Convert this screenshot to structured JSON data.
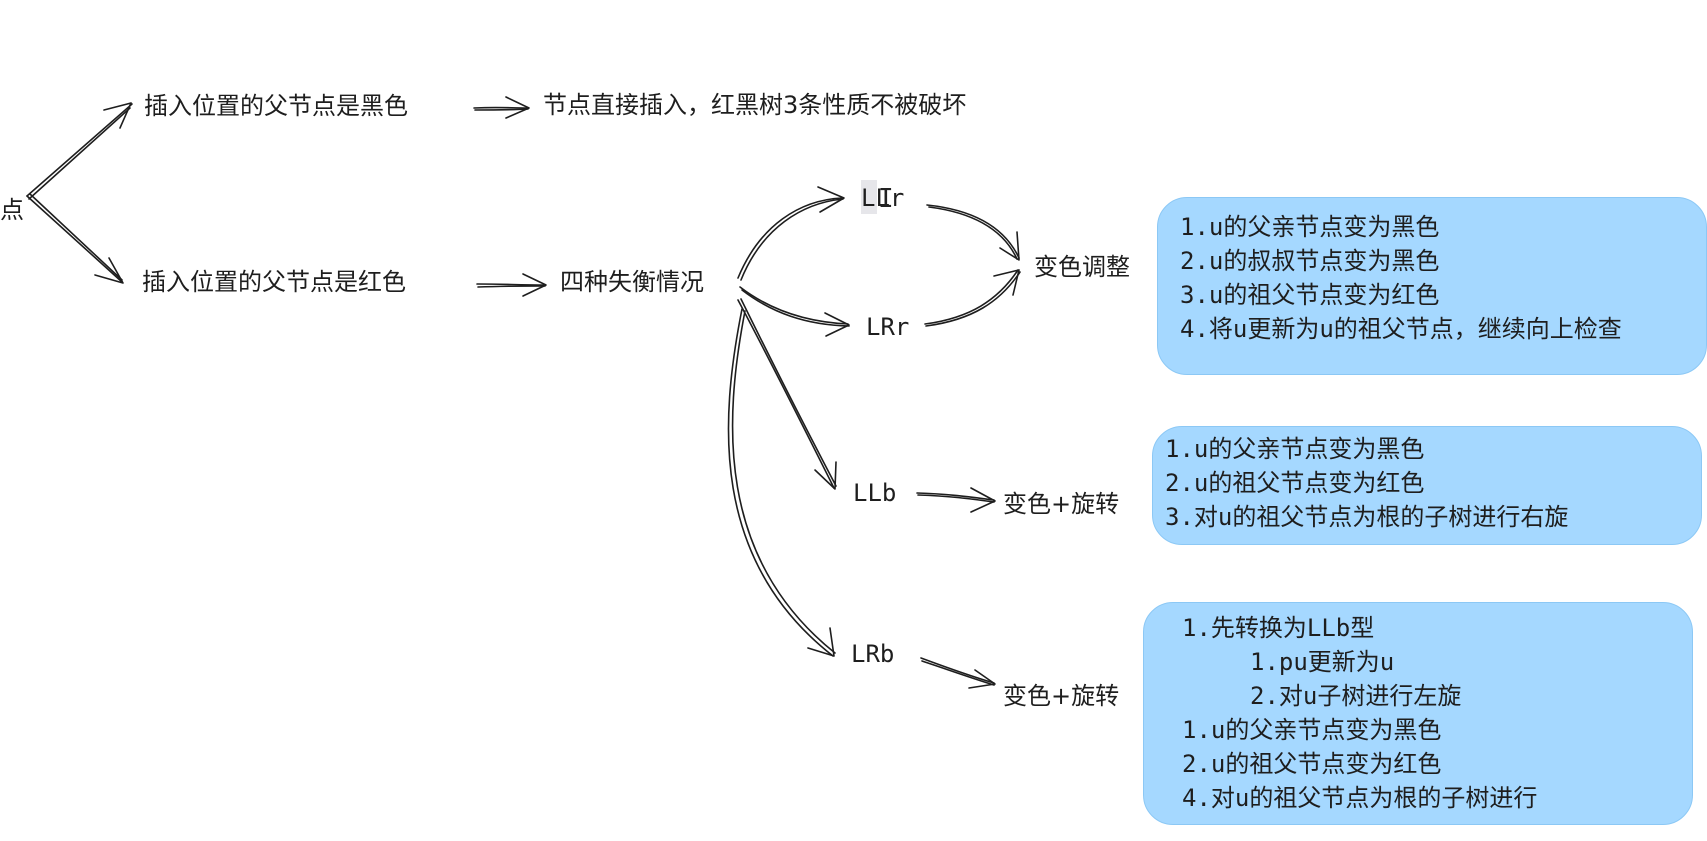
{
  "root_fragment": "点",
  "branch_black": {
    "label": "插入位置的父节点是黑色",
    "result": "节点直接插入，红黑树3条性质不被破坏"
  },
  "branch_red": {
    "label": "插入位置的父节点是红色",
    "result": "四种失衡情况"
  },
  "cases": {
    "llr": "LLr",
    "lrr": "LRr",
    "llb": "LLb",
    "lrb": "LRb"
  },
  "actions": {
    "recolor": "变色调整",
    "recolor_rotate_llb": "变色+旋转",
    "recolor_rotate_lrb": "变色+旋转"
  },
  "boxes": {
    "recolor_steps": [
      "1.u的父亲节点变为黑色",
      "2.u的叔叔节点变为黑色",
      "3.u的祖父节点变为红色",
      "4.将u更新为u的祖父节点，继续向上检查"
    ],
    "llb_steps": [
      "1.u的父亲节点变为黑色",
      "2.u的祖父节点变为红色",
      "3.对u的祖父节点为根的子树进行右旋"
    ],
    "lrb_steps": [
      "1.先转换为LLb型",
      "1.pu更新为u",
      "2.对u子树进行左旋",
      "1.u的父亲节点变为黑色",
      "2.u的祖父节点变为红色",
      "4.对u的祖父节点为根的子树进行"
    ]
  },
  "colors": {
    "box_fill": "#a5d8ff",
    "stroke": "#1e1e1e",
    "background": "#ffffff"
  }
}
